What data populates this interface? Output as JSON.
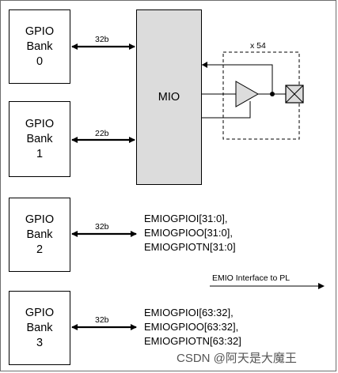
{
  "banks": [
    {
      "line1": "GPIO",
      "line2": "Bank",
      "line3": "0",
      "width": "32b"
    },
    {
      "line1": "GPIO",
      "line2": "Bank",
      "line3": "1",
      "width": "22b"
    },
    {
      "line1": "GPIO",
      "line2": "Bank",
      "line3": "2",
      "width": "32b"
    },
    {
      "line1": "GPIO",
      "line2": "Bank",
      "line3": "3",
      "width": "32b"
    }
  ],
  "mio": {
    "label": "MIO",
    "multiplier": "x 54"
  },
  "emio": {
    "bank2": [
      "EMIOGPIOI[31:0],",
      "EMIOGPIOO[31:0],",
      "EMIOGPIOTN[31:0]"
    ],
    "bank3": [
      "EMIOGPIOI[63:32],",
      "EMIOGPIOO[63:32],",
      "EMIOGPIOTN[63:32]"
    ],
    "interface_label": "EMIO Interface to PL"
  },
  "watermark": "CSDN @阿天是大魔王"
}
